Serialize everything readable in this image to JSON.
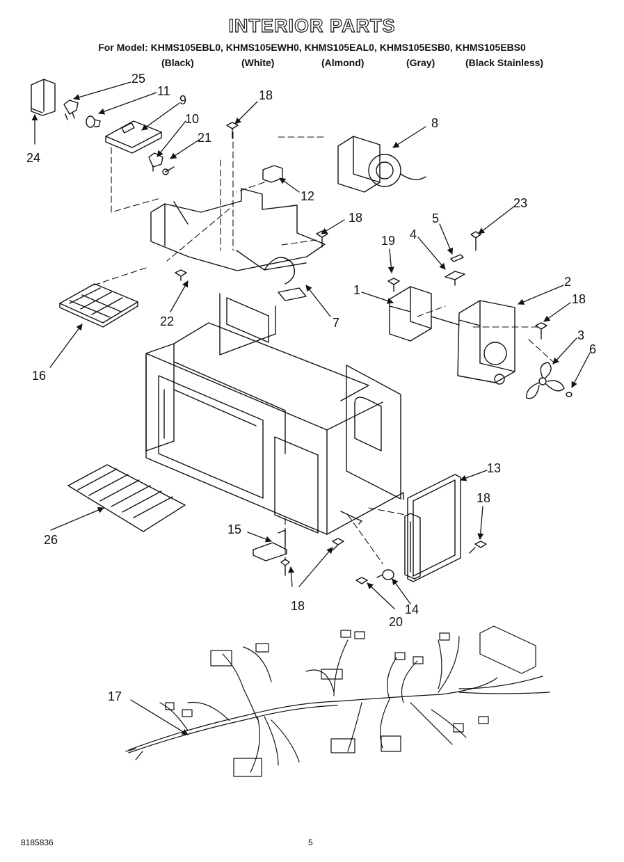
{
  "title": "INTERIOR PARTS",
  "model_line": "For Model: KHMS105EBL0, KHMS105EWH0, KHMS105EAL0, KHMS105ESB0, KHMS105EBS0",
  "colors": [
    "(Black)",
    "(White)",
    "(Almond)",
    "(Gray)",
    "(Black Stainless)"
  ],
  "callouts": [
    "25",
    "11",
    "9",
    "10",
    "21",
    "24",
    "18",
    "8",
    "12",
    "18",
    "23",
    "5",
    "19",
    "4",
    "2",
    "1",
    "18",
    "3",
    "6",
    "22",
    "7",
    "16",
    "13",
    "18",
    "26",
    "15",
    "18",
    "14",
    "20",
    "17"
  ],
  "footer": {
    "doc_number": "8185836",
    "page_number": "5"
  }
}
